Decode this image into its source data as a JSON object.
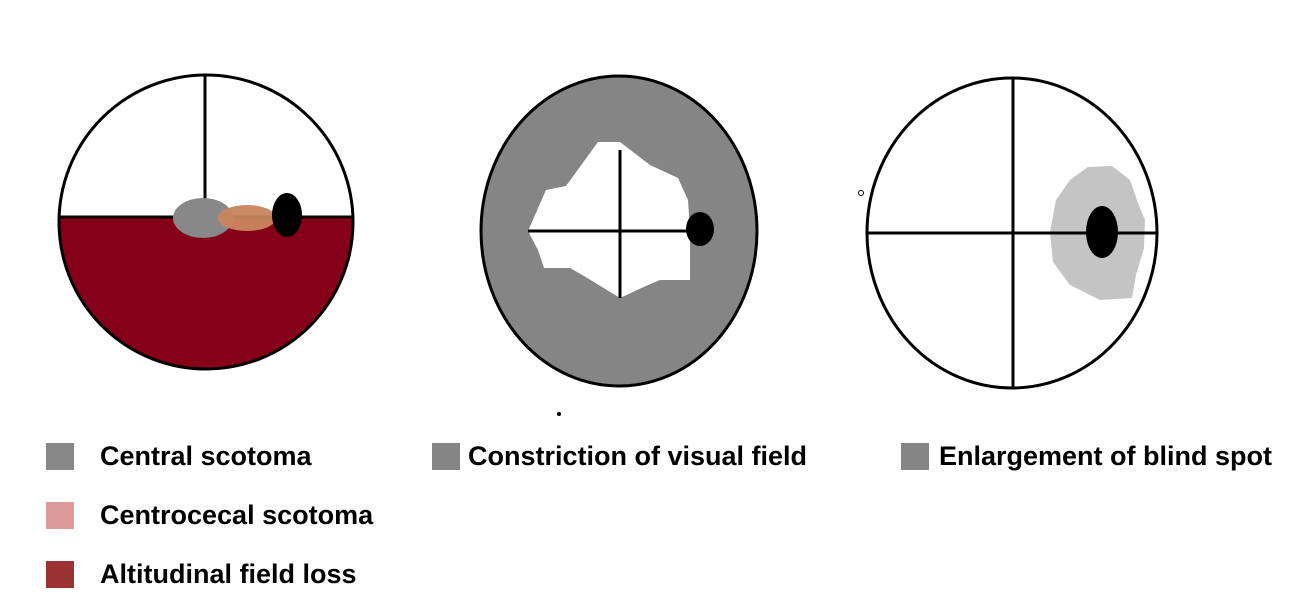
{
  "colors": {
    "central_scotoma": "#888888",
    "centrocecal_scotoma": "#dd9a9a",
    "centrocecal_fill": "#c9855f",
    "altitudinal_loss": "#850019",
    "altitudinal_swatch": "#9a3232",
    "constriction": "#858585",
    "blind_spot_enlarged": "#c4c4c4",
    "blind_spot": "#000000",
    "outline": "#000000"
  },
  "legend": {
    "central_scotoma": "Central scotoma",
    "centrocecal_scotoma": "Centrocecal scotoma",
    "altitudinal_field_loss": "Altitudinal field loss",
    "constriction_of_visual_field": "Constriction of visual field",
    "enlargement_of_blind_spot": "Enlargement of blind spot"
  }
}
